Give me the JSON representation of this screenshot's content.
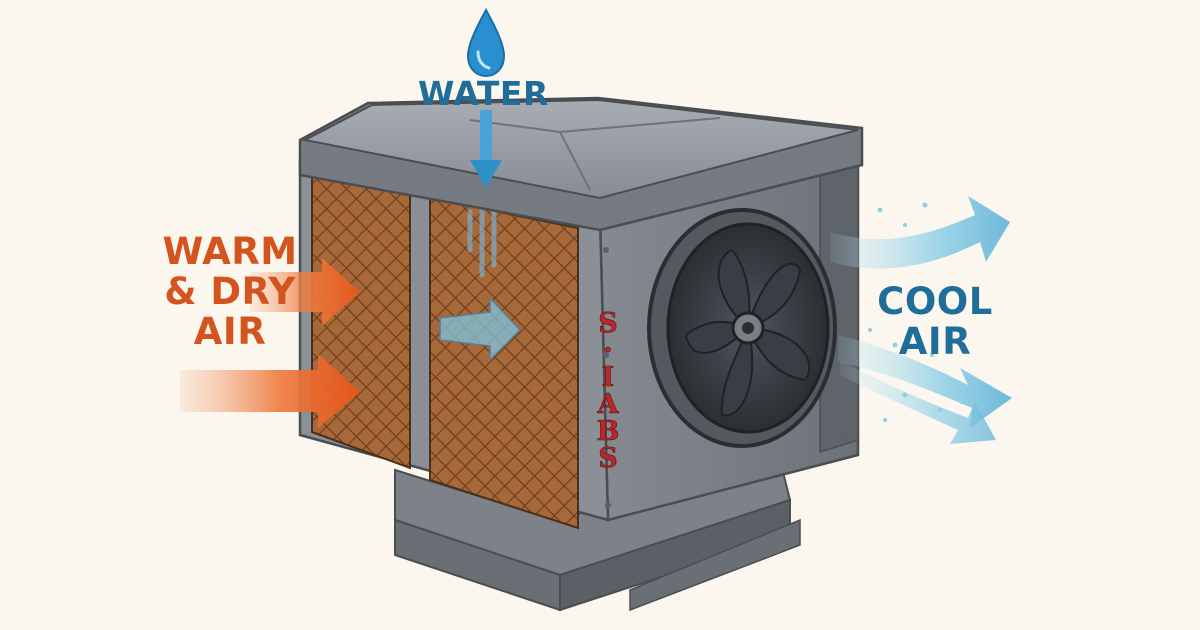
{
  "labels": {
    "water": "WATER",
    "warm_line1": "WARM",
    "warm_line2": "& DRY",
    "warm_line3": "AIR",
    "cool_line1": "COOL",
    "cool_line2": "AIR"
  },
  "brand": {
    "letters": [
      "S",
      "I",
      "A",
      "B",
      "S"
    ],
    "separator": "·"
  },
  "colors": {
    "background": "#fbf7ee",
    "warm_arrow": "#e8642a",
    "cool_arrow": "#7fc4e0",
    "water_drop": "#2a8fd0",
    "water_text": "#1f6e9a",
    "warm_text": "#d4541f",
    "cool_text": "#1f6e9a",
    "housing": "#8b9096",
    "cooling_pad": "#a8693a",
    "fan": "#3a3e44",
    "brand_text": "#b82828"
  }
}
